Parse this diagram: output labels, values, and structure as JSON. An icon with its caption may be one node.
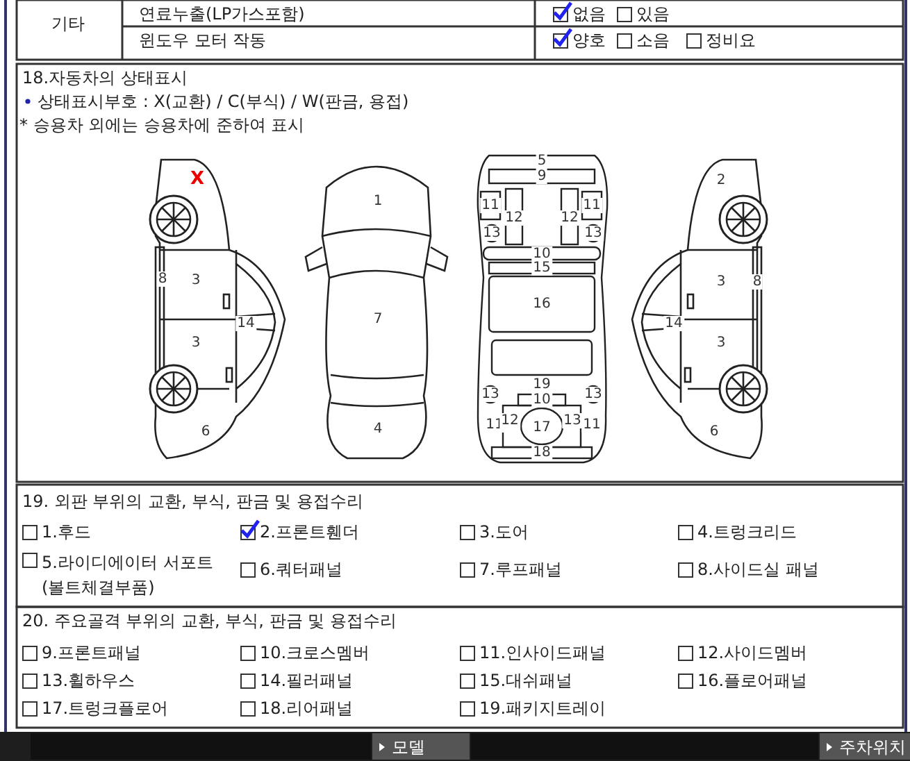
{
  "diagram": {
    "labels": [
      "기타",
      "연료누출(LP가스포함)",
      "없음",
      "있음",
      "윈도우 모터 작동",
      "양호",
      "소음",
      "정비요",
      "18.자동차의 상태표시",
      "상태표시부호 : X(교환) / C(부식) / W(판금, 용접)",
      "* 승용차 외에는 승용차에 준하여 표시",
      "X",
      "8",
      "3",
      "3",
      "14",
      "6",
      "1",
      "7",
      "4",
      "5",
      "9",
      "11",
      "12",
      "12",
      "11",
      "13",
      "13",
      "10",
      "15",
      "16",
      "19",
      "13",
      "13",
      "10",
      "11",
      "12",
      "17",
      "13",
      "11",
      "18",
      "2",
      "3",
      "8",
      "3",
      "14",
      "6",
      "19. 외판 부위의 교환, 부식, 판금 및 용접수리",
      "1.후드",
      "2.프론트휀더",
      "3.도어",
      "4.트렁크리드",
      "5.라이디에이터 서포트 (볼트체결부품)",
      "6.쿼터패널",
      "7.루프패널",
      "8.사이드실 패널",
      "20. 주요골격 부위의 교환, 부식, 판금 및 용접수리",
      "9.프론트패널",
      "10.크로스멤버",
      "11.인사이드패널",
      "12.사이드멤버",
      "13.휠하우스",
      "14.필러패널",
      "15.대쉬패널",
      "16.플로어패널",
      "17.트렁크플로어",
      "18.리어패널",
      "19.패키지트레이",
      "모델",
      "주차위치"
    ]
  }
}
